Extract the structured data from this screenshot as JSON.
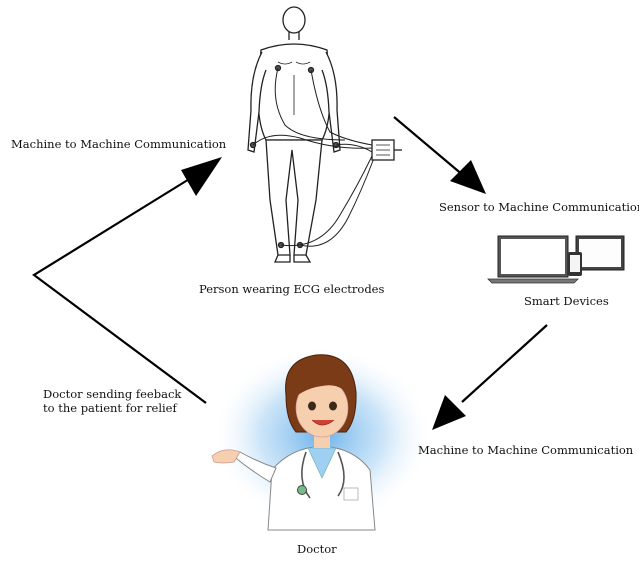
{
  "diagram": {
    "labels": {
      "m2m_top": "Machine to Machine Communication",
      "person": "Person wearing ECG electrodes",
      "s2m": "Sensor to Machine Communication",
      "smart_devices": "Smart Devices",
      "feedback_line1": "Doctor sending feeback",
      "feedback_line2": "to the patient for relief",
      "m2m_bottom": "Machine to Machine Communication",
      "doctor": "Doctor"
    },
    "icons": {
      "person": "ecg-person-icon",
      "devices": "smart-devices-icon",
      "doctor": "doctor-icon"
    },
    "colors": {
      "arrow": "#000000",
      "doctor_glow": "#4fa3e6",
      "doctor_hair": "#7a3b16",
      "doctor_skin": "#f6cfae"
    }
  }
}
